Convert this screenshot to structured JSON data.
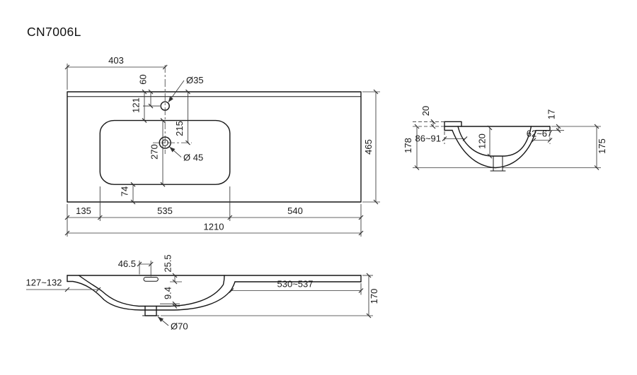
{
  "title": "CN7006L",
  "plan_view": {
    "dim_403": "403",
    "dim_60": "60",
    "dim_dia35": "Ø35",
    "dim_121": "121",
    "dim_215": "215",
    "dim_270": "270",
    "dim_dia45": "Ø 45",
    "dim_74": "74",
    "dim_135": "135",
    "dim_535": "535",
    "dim_540": "540",
    "dim_1210": "1210",
    "dim_465": "465"
  },
  "side_view": {
    "dim_20": "20",
    "dim_17": "17",
    "dim_86_91": "86~91",
    "dim_120": "120",
    "dim_62_67": "62~67",
    "dim_178": "178",
    "dim_175": "175"
  },
  "front_view": {
    "dim_46_5": "46.5",
    "dim_25_5": "25.5",
    "dim_127_132": "127~132",
    "dim_9_4": "9.4",
    "dim_530_537": "530~537",
    "dim_170": "170",
    "dim_dia70": "Ø70"
  }
}
